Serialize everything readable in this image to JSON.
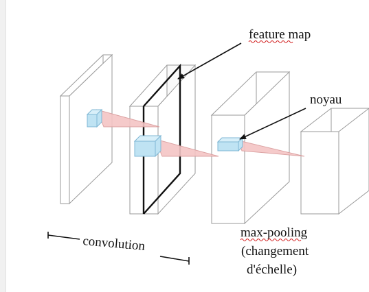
{
  "labels": {
    "feature_map": "feature map",
    "noyau": "noyau",
    "convolution": "convolution",
    "max_pooling": "max-pooling",
    "changement": "(changement",
    "echelle": "d'échelle)"
  },
  "colors": {
    "block_stroke": "#9a9a9a",
    "block_fill": "#ffffff",
    "kernel_fill": "#bfe3f3",
    "kernel_stroke": "#7fb7d4",
    "cone_fill": "#f4c5c5",
    "cone_stroke": "#d99a9a",
    "text": "#111111",
    "squiggle": "#d21f1f"
  }
}
